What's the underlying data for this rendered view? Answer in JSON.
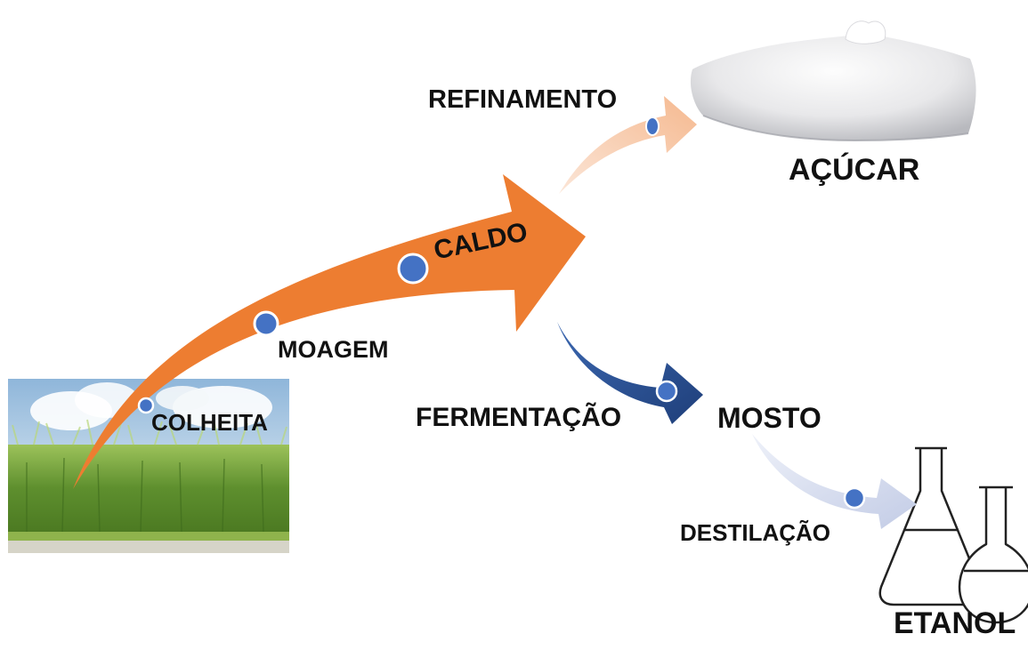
{
  "steps": {
    "colheita": "COLHEITA",
    "moagem": "MOAGEM",
    "caldo": "CALDO",
    "refinamento": "REFINAMENTO",
    "fermentacao": "FERMENTAÇÃO",
    "mosto": "MOSTO",
    "destilacao": "DESTILAÇÃO"
  },
  "products": {
    "acucar": "AÇÚCAR",
    "etanol": "ETANOL"
  },
  "colors": {
    "main_arrow": "#ED7D31",
    "refine_arrow": "#F4B183",
    "ferment_arrow": "#2F5597",
    "distill_arrow": "#C9D1EA",
    "marker": "#4472C4",
    "marker_stroke": "#FFFFFF"
  },
  "images": {
    "sugarcane": "sugarcane-field-photo",
    "sugar": "sugar-pile-photo",
    "flasks": "lab-flasks-icon"
  }
}
